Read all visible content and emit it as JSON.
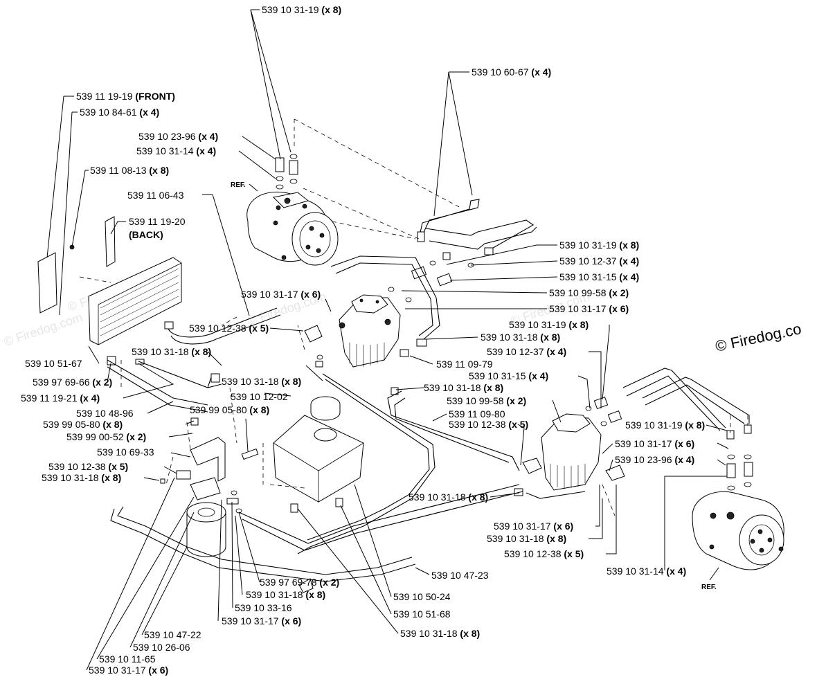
{
  "watermark": {
    "main": "© Firedog.co",
    "faint": "© Firedog.com"
  },
  "ref_label": "REF.",
  "labels": [
    {
      "id": "l01",
      "part": "539 10 31-19",
      "qty": "(x 8)"
    },
    {
      "id": "l02",
      "part": "539 10 60-67",
      "qty": "(x 4)"
    },
    {
      "id": "l03",
      "part": "539 11 19-19",
      "qty": "(FRONT)"
    },
    {
      "id": "l04",
      "part": "539 10 84-61",
      "qty": "(x 4)"
    },
    {
      "id": "l05",
      "part": "539 10 23-96",
      "qty": "(x 4)"
    },
    {
      "id": "l06",
      "part": "539 10 31-14",
      "qty": "(x 4)"
    },
    {
      "id": "l07",
      "part": "539 11 08-13",
      "qty": "(x 8)"
    },
    {
      "id": "l08",
      "part": "539 11 06-43",
      "qty": ""
    },
    {
      "id": "l09",
      "part": "539 11 19-20",
      "qty": ""
    },
    {
      "id": "l10",
      "part": "",
      "qty": "(BACK)"
    },
    {
      "id": "l11",
      "part": "539 10 31-19",
      "qty": "(x 8)"
    },
    {
      "id": "l12",
      "part": "539 10 12-37",
      "qty": "(x 4)"
    },
    {
      "id": "l13",
      "part": "539 10 31-15",
      "qty": "(x 4)"
    },
    {
      "id": "l14",
      "part": "539 10 99-58",
      "qty": "(x 2)"
    },
    {
      "id": "l15",
      "part": "539 10 31-17",
      "qty": "(x 6)"
    },
    {
      "id": "l16",
      "part": "539 10 31-17",
      "qty": "(x 6)"
    },
    {
      "id": "l17",
      "part": "539 10 31-19",
      "qty": "(x 8)"
    },
    {
      "id": "l18",
      "part": "539 10 31-18",
      "qty": "(x 8)"
    },
    {
      "id": "l19",
      "part": "539 10 12-37",
      "qty": "(x 4)"
    },
    {
      "id": "l20",
      "part": "539 11 09-79",
      "qty": ""
    },
    {
      "id": "l21",
      "part": "539 10 12-38",
      "qty": "(x 5)"
    },
    {
      "id": "l22",
      "part": "539 10 31-18",
      "qty": "(x 8)"
    },
    {
      "id": "l23",
      "part": "539 10 51-67",
      "qty": ""
    },
    {
      "id": "l24",
      "part": "539 97 69-66",
      "qty": "(x 2)"
    },
    {
      "id": "l25",
      "part": "539 11 19-21",
      "qty": "(x 4)"
    },
    {
      "id": "l26",
      "part": "539 10 48-96",
      "qty": ""
    },
    {
      "id": "l27",
      "part": "539 10 31-18",
      "qty": "(x 8)"
    },
    {
      "id": "l28",
      "part": "539 10 12-02",
      "qty": ""
    },
    {
      "id": "l29",
      "part": "539 99 05-80",
      "qty": "(x 8)"
    },
    {
      "id": "l30",
      "part": "539 10 31-18",
      "qty": "(x 8)"
    },
    {
      "id": "l31",
      "part": "539 10 31-15",
      "qty": "(x 4)"
    },
    {
      "id": "l32",
      "part": "539 10 99-58",
      "qty": "(x 2)"
    },
    {
      "id": "l33",
      "part": "539 11 09-80",
      "qty": ""
    },
    {
      "id": "l34",
      "part": "539 10 12-38",
      "qty": "(x 5)"
    },
    {
      "id": "l35",
      "part": "539 10 31-19",
      "qty": "(x 8)"
    },
    {
      "id": "l36",
      "part": "539 10 31-17",
      "qty": "(x 6)"
    },
    {
      "id": "l37",
      "part": "539 10 23-96",
      "qty": "(x 4)"
    },
    {
      "id": "l38",
      "part": "539 99 05-80",
      "qty": "(x 8)"
    },
    {
      "id": "l39",
      "part": "539 99 00-52",
      "qty": "(x 2)"
    },
    {
      "id": "l40",
      "part": "539 10 69-33",
      "qty": ""
    },
    {
      "id": "l41",
      "part": "539 10 12-38",
      "qty": "(x 5)"
    },
    {
      "id": "l42",
      "part": "539 10 31-18",
      "qty": "(x 8)"
    },
    {
      "id": "l43",
      "part": "539 10 31-18",
      "qty": "(x 8)"
    },
    {
      "id": "l44",
      "part": "539 10 31-17",
      "qty": "(x 6)"
    },
    {
      "id": "l45",
      "part": "539 10 31-18",
      "qty": "(x 8)"
    },
    {
      "id": "l46",
      "part": "539 10 12-38",
      "qty": "(x 5)"
    },
    {
      "id": "l47",
      "part": "539 10 47-23",
      "qty": ""
    },
    {
      "id": "l48",
      "part": "539 10 31-14",
      "qty": "(x 4)"
    },
    {
      "id": "l49",
      "part": "539 97 69-78",
      "qty": "(x 2)"
    },
    {
      "id": "l50",
      "part": "539 10 31-18",
      "qty": "(x 8)"
    },
    {
      "id": "l51",
      "part": "539 10 50-24",
      "qty": ""
    },
    {
      "id": "l52",
      "part": "539 10 33-16",
      "qty": ""
    },
    {
      "id": "l53",
      "part": "539 10 51-68",
      "qty": ""
    },
    {
      "id": "l54",
      "part": "539 10 31-17",
      "qty": "(x 6)"
    },
    {
      "id": "l55",
      "part": "539 10 31-18",
      "qty": "(x 8)"
    },
    {
      "id": "l56",
      "part": "539 10 47-22",
      "qty": ""
    },
    {
      "id": "l57",
      "part": "539 10 26-06",
      "qty": ""
    },
    {
      "id": "l58",
      "part": "539 10 11-65",
      "qty": ""
    },
    {
      "id": "l59",
      "part": "539 10 31-17",
      "qty": "(x 6)"
    }
  ]
}
